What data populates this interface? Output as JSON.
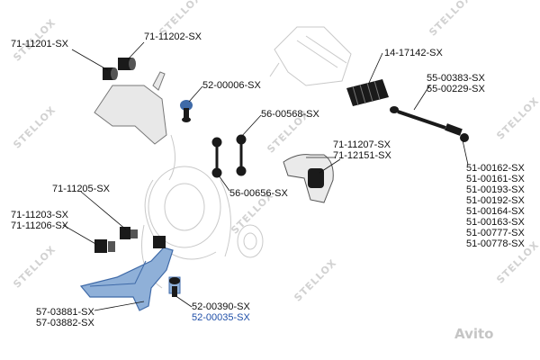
{
  "part_numbers": [
    {
      "id": "71-11201-SX",
      "label": "71-11201-SX"
    },
    {
      "id": "71-11202-SX",
      "label": "71-11202-SX"
    },
    {
      "id": "52-00006-SX",
      "label": "52-00006-SX"
    },
    {
      "id": "56-00568-SX",
      "label": "56-00568-SX"
    },
    {
      "id": "56-00656-SX",
      "label": "56-00656-SX"
    },
    {
      "id": "14-17142-SX",
      "label": "14-17142-SX"
    },
    {
      "id": "55-00383-SX",
      "label": "55-00383-SX"
    },
    {
      "id": "55-00229-SX",
      "label": "55-00229-SX"
    },
    {
      "id": "71-11207-SX",
      "label": "71-11207-SX"
    },
    {
      "id": "71-12151-SX",
      "label": "71-12151-SX"
    },
    {
      "id": "71-11205-SX",
      "label": "71-11205-SX"
    },
    {
      "id": "71-11203-SX",
      "label": "71-11203-SX"
    },
    {
      "id": "71-11206-SX",
      "label": "71-11206-SX"
    },
    {
      "id": "51-00162-SX",
      "label": "51-00162-SX"
    },
    {
      "id": "51-00161-SX",
      "label": "51-00161-SX"
    },
    {
      "id": "51-00193-SX",
      "label": "51-00193-SX"
    },
    {
      "id": "51-00192-SX",
      "label": "51-00192-SX"
    },
    {
      "id": "51-00164-SX",
      "label": "51-00164-SX"
    },
    {
      "id": "51-00163-SX",
      "label": "51-00163-SX"
    },
    {
      "id": "51-00777-SX",
      "label": "51-00777-SX"
    },
    {
      "id": "51-00778-SX",
      "label": "51-00778-SX"
    },
    {
      "id": "57-03881-SX",
      "label": "57-03881-SX"
    },
    {
      "id": "57-03882-SX",
      "label": "57-03882-SX"
    },
    {
      "id": "52-00390-SX",
      "label": "52-00390-SX"
    },
    {
      "id": "52-00035-SX",
      "label": "52-00035-SX"
    }
  ],
  "watermark": "STELLOX",
  "overlay_logo": "Avito",
  "colors": {
    "part_blue": "#8fb0d8",
    "part_blue_dark": "#3f6aa8",
    "part_black": "#1a1a1a",
    "highlight_text": "#1f4fa8"
  }
}
